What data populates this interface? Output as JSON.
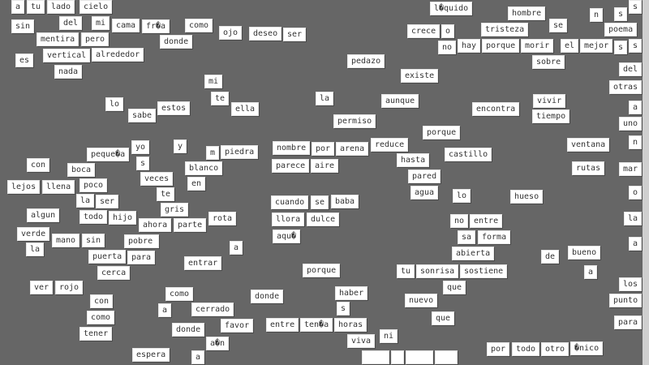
{
  "tiles": [
    "a",
    "tu",
    "lado",
    "del",
    "cielo",
    "sin",
    "mentira",
    "pero",
    "mi",
    "cama",
    "fr�a",
    "donde",
    "como",
    "ojo",
    "deseo",
    "ser",
    "vertical",
    "alrededor",
    "es",
    "nada",
    "mi",
    "te",
    "ella",
    "lo",
    "estos",
    "sabe",
    "l�quido",
    "hombre",
    "n",
    "se",
    "crece",
    "o",
    "tristeza",
    "no",
    "hay",
    "porque",
    "morir",
    "sobre",
    "el",
    "mejor",
    "poema",
    "s",
    "s",
    "s",
    "s",
    "del",
    "otras",
    "a",
    "uno",
    "pedazo",
    "existe",
    "la",
    "aunque",
    "encontra",
    "vivir",
    "tiempo",
    "permiso",
    "yo",
    "y",
    "peque�a",
    "m",
    "piedra",
    "con",
    "boca",
    "s",
    "blanco",
    "poco",
    "veces",
    "en",
    "lejos",
    "llena",
    "la",
    "te",
    "ser",
    "todo",
    "hijo",
    "gris",
    "parte",
    "algun",
    "rota",
    "ahora",
    "verde",
    "la",
    "mano",
    "sin",
    "puerta",
    "pobre",
    "para",
    "a",
    "nombre",
    "por",
    "arena",
    "reduce",
    "parece",
    "aire",
    "cuando",
    "se",
    "baba",
    "llora",
    "dulce",
    "aqu�",
    "porque",
    "hasta",
    "pared",
    "castillo",
    "agua",
    "ventana",
    "rutas",
    "n",
    "mar",
    "o",
    "lo",
    "hueso",
    "la",
    "no",
    "entre",
    "sa",
    "forma",
    "abierta",
    "a",
    "bueno",
    "de",
    "a",
    "cerca",
    "entrar",
    "porque",
    "ver",
    "rojo",
    "como",
    "a",
    "con",
    "donde",
    "como",
    "favor",
    "cerrado",
    "tener",
    "donde",
    "entre",
    "ten�a",
    "horas",
    "s",
    "viva",
    "haber",
    "tu",
    "sonrisa",
    "que",
    "sostiene",
    "nuevo",
    "que",
    "ni",
    "a�n",
    "espera",
    "por",
    "todo",
    "otro",
    "�nico",
    "los",
    "punto",
    "para",
    "a",
    "",
    "",
    "",
    ""
  ]
}
